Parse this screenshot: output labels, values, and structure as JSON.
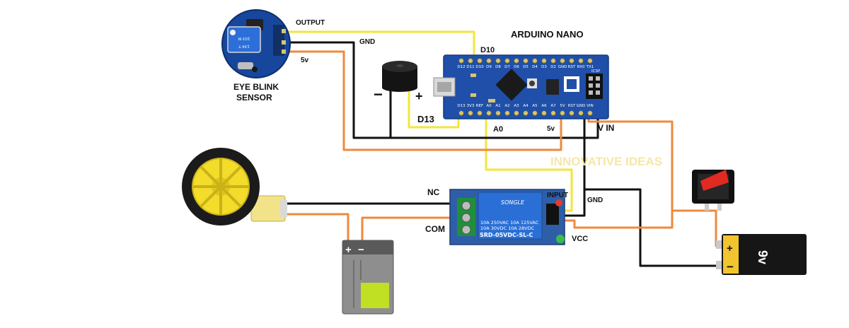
{
  "labels": {
    "arduino_title": "ARDUINO NANO",
    "sensor_title_line1": "EYE BLINK",
    "sensor_title_line2": "SENSOR",
    "output": "OUTPUT",
    "gnd_top": "GND",
    "five_v_sensor": "5v",
    "d10": "D10",
    "d13": "D13",
    "a0": "A0",
    "five_v_nano": "5v",
    "vin": "V IN",
    "minus": "−",
    "plus": "+",
    "watermark": "INNOVATIVE IDEAS",
    "nc": "NC",
    "com": "COM",
    "input": "INPUT",
    "gnd_relay": "GND",
    "vcc": "VCC",
    "battery_9v": "9v",
    "battery_small_plus": "+",
    "battery_small_minus": "−",
    "battery_9v_plus": "+",
    "battery_9v_minus": "−"
  },
  "relay": {
    "brand": "SONGLE",
    "spec1": "10A 250VAC  10A 125VAC",
    "spec2": "10A 30VDC   10A 28VDC",
    "model": "SRD-05VDC-SL-C"
  },
  "sensor_pot": {
    "line1": "103 M",
    "line2": "134 T"
  },
  "nano_pins": {
    "top": [
      "D12",
      "D11",
      "D10",
      "D9",
      "D8",
      "D7",
      "D6",
      "D5",
      "D4",
      "D3",
      "D2",
      "GND",
      "RST",
      "RX0",
      "TX1"
    ],
    "bottom": [
      "D13",
      "3V3",
      "REF",
      "A0",
      "A1",
      "A2",
      "A3",
      "A4",
      "A5",
      "A6",
      "A7",
      "5V",
      "RST",
      "GND",
      "VIN"
    ],
    "icsp": "ICSP"
  },
  "colors": {
    "signal_wire": "#f2e63a",
    "power_wire": "#ee8a3c",
    "ground_wire": "#111111",
    "nano_board": "#1f4fa8",
    "relay_board": "#2f5ea8",
    "relay_cube": "#2a6fd6",
    "watermark": "#f6e7a6"
  }
}
